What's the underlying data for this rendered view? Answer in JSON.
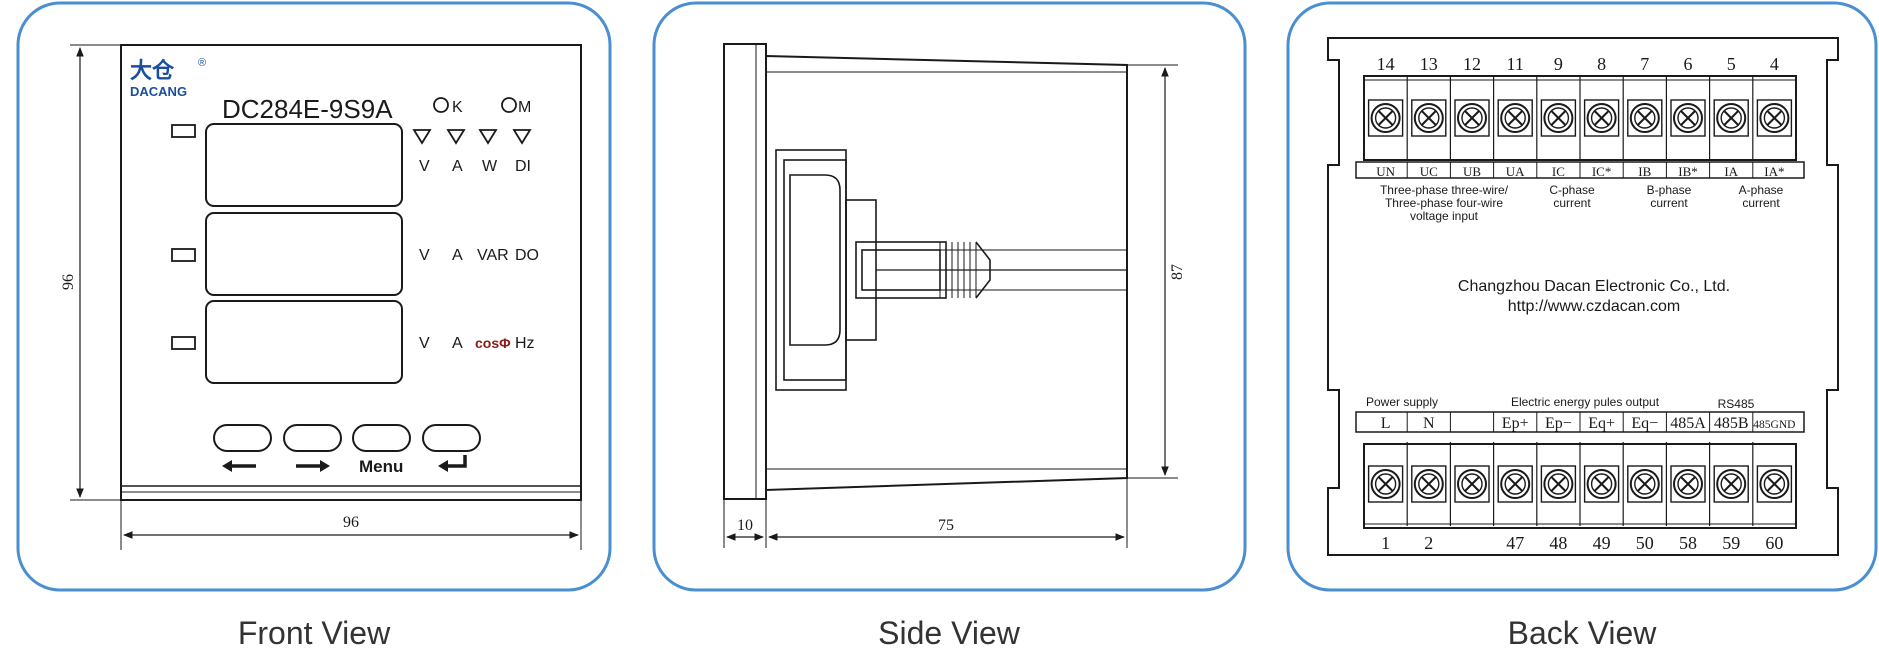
{
  "panels": {
    "front": {
      "caption": "Front View",
      "logo_cn": "大仓",
      "logo_reg": "®",
      "logo_en": "DACANG",
      "model": "DC284E-9S9A",
      "indicator_k": "K",
      "indicator_m": "M",
      "row1_units": [
        "V",
        "A",
        "W",
        "DI"
      ],
      "row2_units": [
        "V",
        "A",
        "VAR",
        "DO"
      ],
      "row3_units": [
        "V",
        "A",
        "cosΦ",
        "Hz"
      ],
      "buttons": [
        {
          "name": "left-button",
          "label": "←"
        },
        {
          "name": "right-button",
          "label": "→"
        },
        {
          "name": "menu-button",
          "label": "Menu"
        },
        {
          "name": "enter-button",
          "label": "↵"
        }
      ],
      "dim_height": "96",
      "dim_width": "96"
    },
    "side": {
      "caption": "Side View",
      "dim_depth_front": "10",
      "dim_depth_body": "75",
      "dim_height": "87"
    },
    "back": {
      "caption": "Back View",
      "top_numbers": [
        "14",
        "13",
        "12",
        "11",
        "9",
        "8",
        "7",
        "6",
        "5",
        "4"
      ],
      "top_labels": [
        "UN",
        "UC",
        "UB",
        "UA",
        "IC",
        "IC*",
        "IB",
        "IB*",
        "IA",
        "IA*"
      ],
      "voltage_text_1": "Three-phase three-wire/",
      "voltage_text_2": "Three-phase four-wire",
      "voltage_text_3": "voltage input",
      "c_phase_1": "C-phase",
      "c_phase_2": "current",
      "b_phase_1": "B-phase",
      "b_phase_2": "current",
      "a_phase_1": "A-phase",
      "a_phase_2": "current",
      "company": "Changzhou Dacan Electronic Co., Ltd.",
      "website": "http://www.czdacan.com",
      "power_supply": "Power supply",
      "energy_output": "Electric energy pules output",
      "rs485": "RS485",
      "bottom_labels": [
        "L",
        "N",
        "",
        "Ep+",
        "Ep−",
        "Eq+",
        "Eq−",
        "485A",
        "485B",
        "485GND"
      ],
      "bottom_numbers": [
        "1",
        "2",
        "",
        "47",
        "48",
        "49",
        "50",
        "58",
        "59",
        "60"
      ]
    }
  },
  "colors": {
    "panel_border": "#4a8fd1",
    "line": "#1a1a1a",
    "logo_blue": "#1a4fa0",
    "caption": "#333333"
  }
}
